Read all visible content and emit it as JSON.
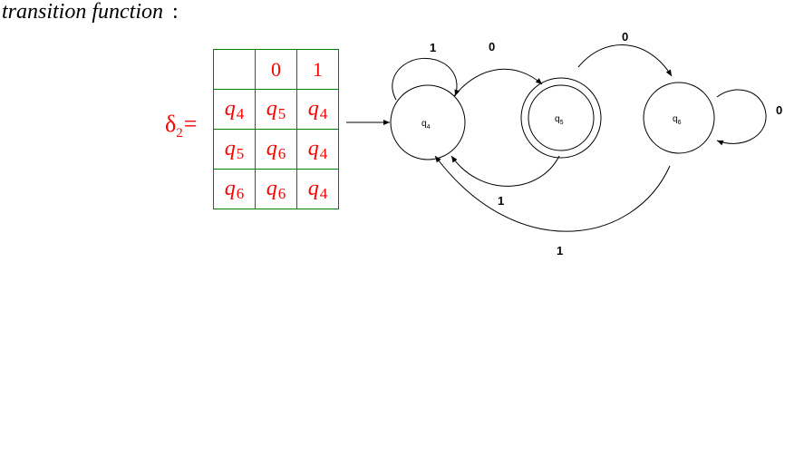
{
  "heading": {
    "text": "transition function",
    "colon": ":"
  },
  "delta": {
    "symbol": "δ",
    "subscript": "2",
    "equals": "="
  },
  "table": {
    "header": [
      "",
      "0",
      "1"
    ],
    "rows": [
      [
        {
          "base": "q",
          "sub": "4"
        },
        {
          "base": "q",
          "sub": "5"
        },
        {
          "base": "q",
          "sub": "4"
        }
      ],
      [
        {
          "base": "q",
          "sub": "5"
        },
        {
          "base": "q",
          "sub": "6"
        },
        {
          "base": "q",
          "sub": "4"
        }
      ],
      [
        {
          "base": "q",
          "sub": "6"
        },
        {
          "base": "q",
          "sub": "6"
        },
        {
          "base": "q",
          "sub": "4"
        }
      ]
    ],
    "colors": {
      "text": "#ff0000",
      "border": "#008000"
    }
  },
  "diagram": {
    "states": [
      {
        "id": "q4",
        "base": "q",
        "sub": "4",
        "accepting": false,
        "start": true
      },
      {
        "id": "q5",
        "base": "q",
        "sub": "5",
        "accepting": true,
        "start": false
      },
      {
        "id": "q6",
        "base": "q",
        "sub": "6",
        "accepting": false,
        "start": false
      }
    ],
    "edges": [
      {
        "from": "q4",
        "to": "q4",
        "label": "1"
      },
      {
        "from": "q4",
        "to": "q5",
        "label": "0"
      },
      {
        "from": "q5",
        "to": "q6",
        "label": "0"
      },
      {
        "from": "q5",
        "to": "q4",
        "label": "1"
      },
      {
        "from": "q6",
        "to": "q6",
        "label": "0"
      },
      {
        "from": "q6",
        "to": "q4",
        "label": "1"
      }
    ]
  }
}
